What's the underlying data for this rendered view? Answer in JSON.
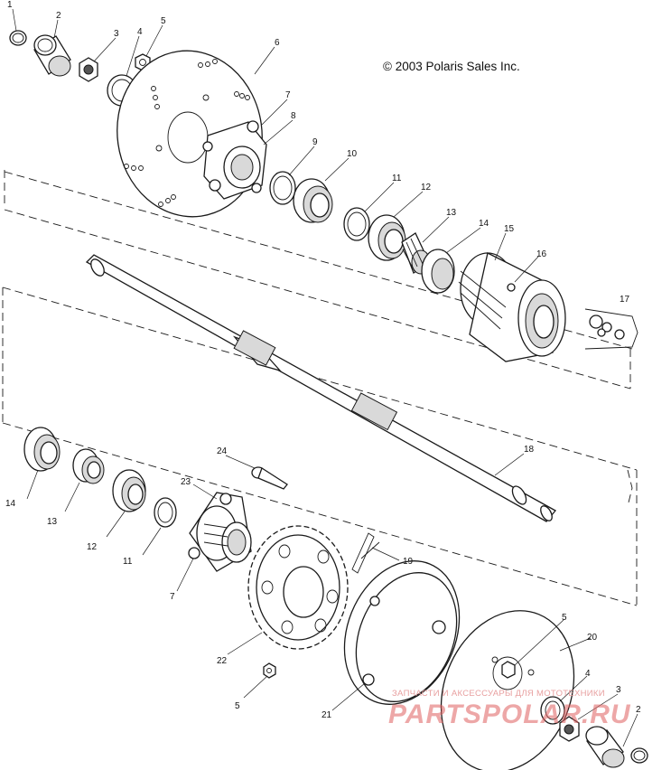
{
  "copyright": "© 2003 Polaris Sales Inc.",
  "watermark": {
    "tagline": "ЗАПЧАСТИ И АКСЕССУАРЫ ДЛЯ МОТОТЕХНИКИ",
    "brand": "PARTSPOLAR.RU"
  },
  "callouts": [
    "1",
    "2",
    "3",
    "4",
    "5",
    "6",
    "7",
    "8",
    "9",
    "10",
    "11",
    "12",
    "13",
    "14",
    "15",
    "16",
    "17",
    "18",
    "14",
    "13",
    "12",
    "11",
    "7",
    "23",
    "24",
    "19",
    "22",
    "5",
    "21",
    "5",
    "20",
    "4",
    "3",
    "2"
  ],
  "icons": {
    "parts": "exploded-part-drawing"
  }
}
